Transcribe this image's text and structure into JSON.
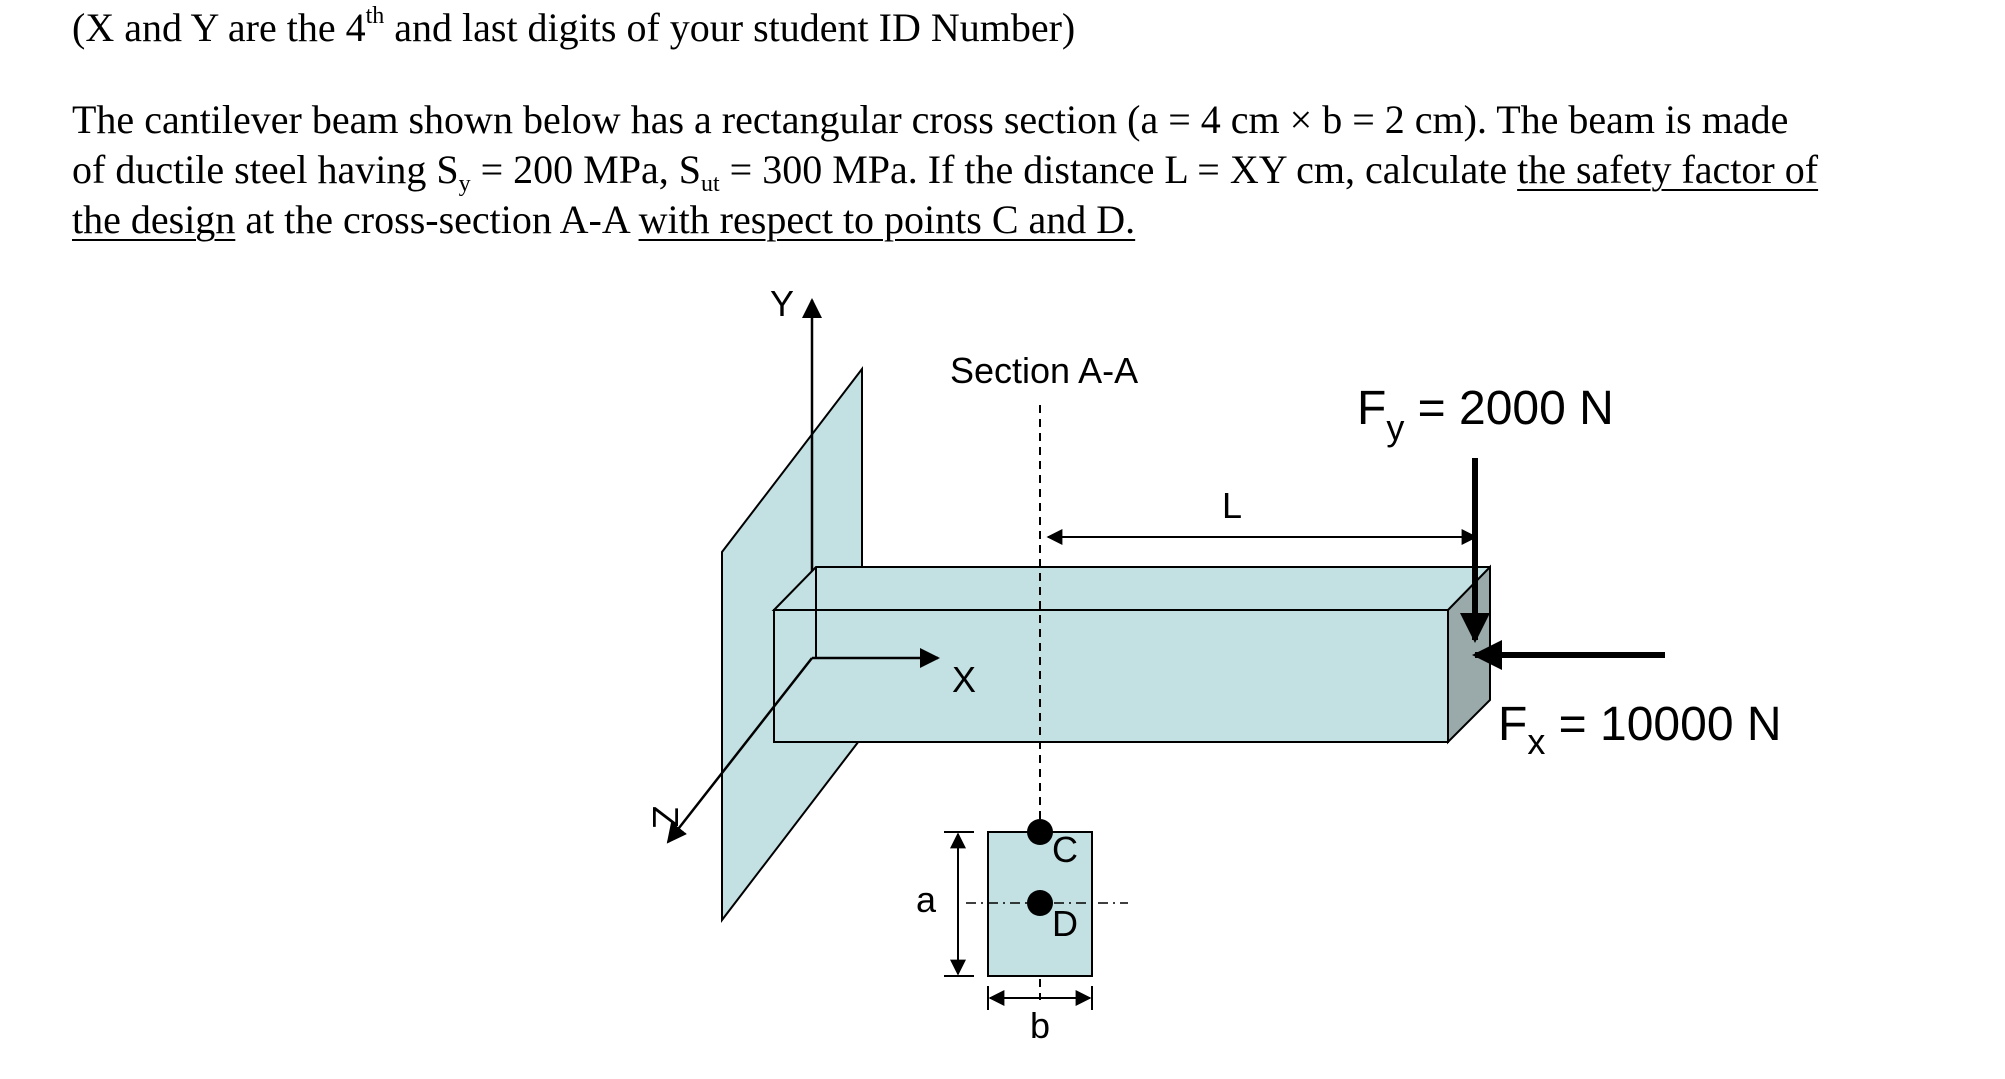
{
  "problem": {
    "line1": {
      "pre": "(X and Y are the 4",
      "sup": "th",
      "post": " and last digits of your student ID Number)"
    },
    "line2": {
      "text": "The cantilever beam shown below has a rectangular cross section (a = 4 cm × b = 2 cm). The beam is made"
    },
    "line3": {
      "t1": "of ductile steel having S",
      "sub1": "y",
      "t2": " = 200 MPa, S",
      "sub2": "ut",
      "t3": " = 300 MPa. If the distance L = XY cm, calculate ",
      "u1": "the safety factor of"
    },
    "line4": {
      "u2": "the design",
      "t4": " at the cross-section A-A ",
      "u3": "with respect to points C and D."
    }
  },
  "diagram": {
    "axis_y": "Y",
    "axis_x": "X",
    "axis_z": "Z",
    "section_label": "Section A-A",
    "length_label": "L",
    "fy_label": "F",
    "fy_sub": "y",
    "fy_value": " = 2000 N",
    "fx_label": "F",
    "fx_sub": "x",
    "fx_value": " = 10000 N",
    "dim_a": "a",
    "dim_b": "b",
    "point_c": "C",
    "point_d": "D",
    "colors": {
      "beam_fill": "#c3e0e2",
      "beam_end": "#9aa9aa",
      "stroke": "#000000"
    }
  }
}
